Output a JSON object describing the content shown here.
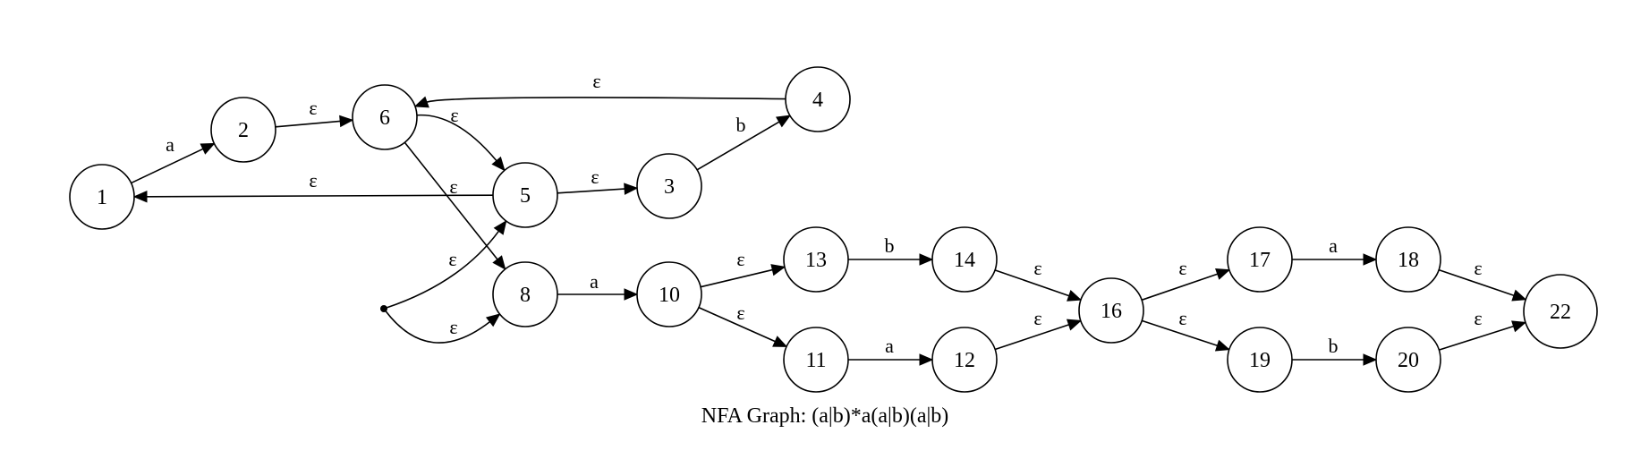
{
  "graph": {
    "caption": "NFA Graph: (a|b)*a(a|b)(a|b)",
    "start_node": "start",
    "accept_states": [
      "22"
    ],
    "states": [
      "1",
      "2",
      "3",
      "4",
      "5",
      "6",
      "8",
      "10",
      "11",
      "12",
      "13",
      "14",
      "16",
      "17",
      "18",
      "19",
      "20",
      "22"
    ],
    "transitions": [
      {
        "from": "1",
        "to": "2",
        "label": "a"
      },
      {
        "from": "2",
        "to": "6",
        "label": "ε"
      },
      {
        "from": "6",
        "to": "5",
        "label": "ε"
      },
      {
        "from": "6",
        "to": "8",
        "label": "ε"
      },
      {
        "from": "4",
        "to": "6",
        "label": "ε"
      },
      {
        "from": "5",
        "to": "1",
        "label": "ε"
      },
      {
        "from": "5",
        "to": "3",
        "label": "ε"
      },
      {
        "from": "3",
        "to": "4",
        "label": "b"
      },
      {
        "from": "start",
        "to": "5",
        "label": "ε"
      },
      {
        "from": "start",
        "to": "8",
        "label": "ε"
      },
      {
        "from": "8",
        "to": "10",
        "label": "a"
      },
      {
        "from": "10",
        "to": "13",
        "label": "ε"
      },
      {
        "from": "10",
        "to": "11",
        "label": "ε"
      },
      {
        "from": "13",
        "to": "14",
        "label": "b"
      },
      {
        "from": "11",
        "to": "12",
        "label": "a"
      },
      {
        "from": "14",
        "to": "16",
        "label": "ε"
      },
      {
        "from": "12",
        "to": "16",
        "label": "ε"
      },
      {
        "from": "16",
        "to": "17",
        "label": "ε"
      },
      {
        "from": "16",
        "to": "19",
        "label": "ε"
      },
      {
        "from": "17",
        "to": "18",
        "label": "a"
      },
      {
        "from": "19",
        "to": "20",
        "label": "b"
      },
      {
        "from": "18",
        "to": "22",
        "label": "ε"
      },
      {
        "from": "20",
        "to": "22",
        "label": "ε"
      }
    ]
  }
}
